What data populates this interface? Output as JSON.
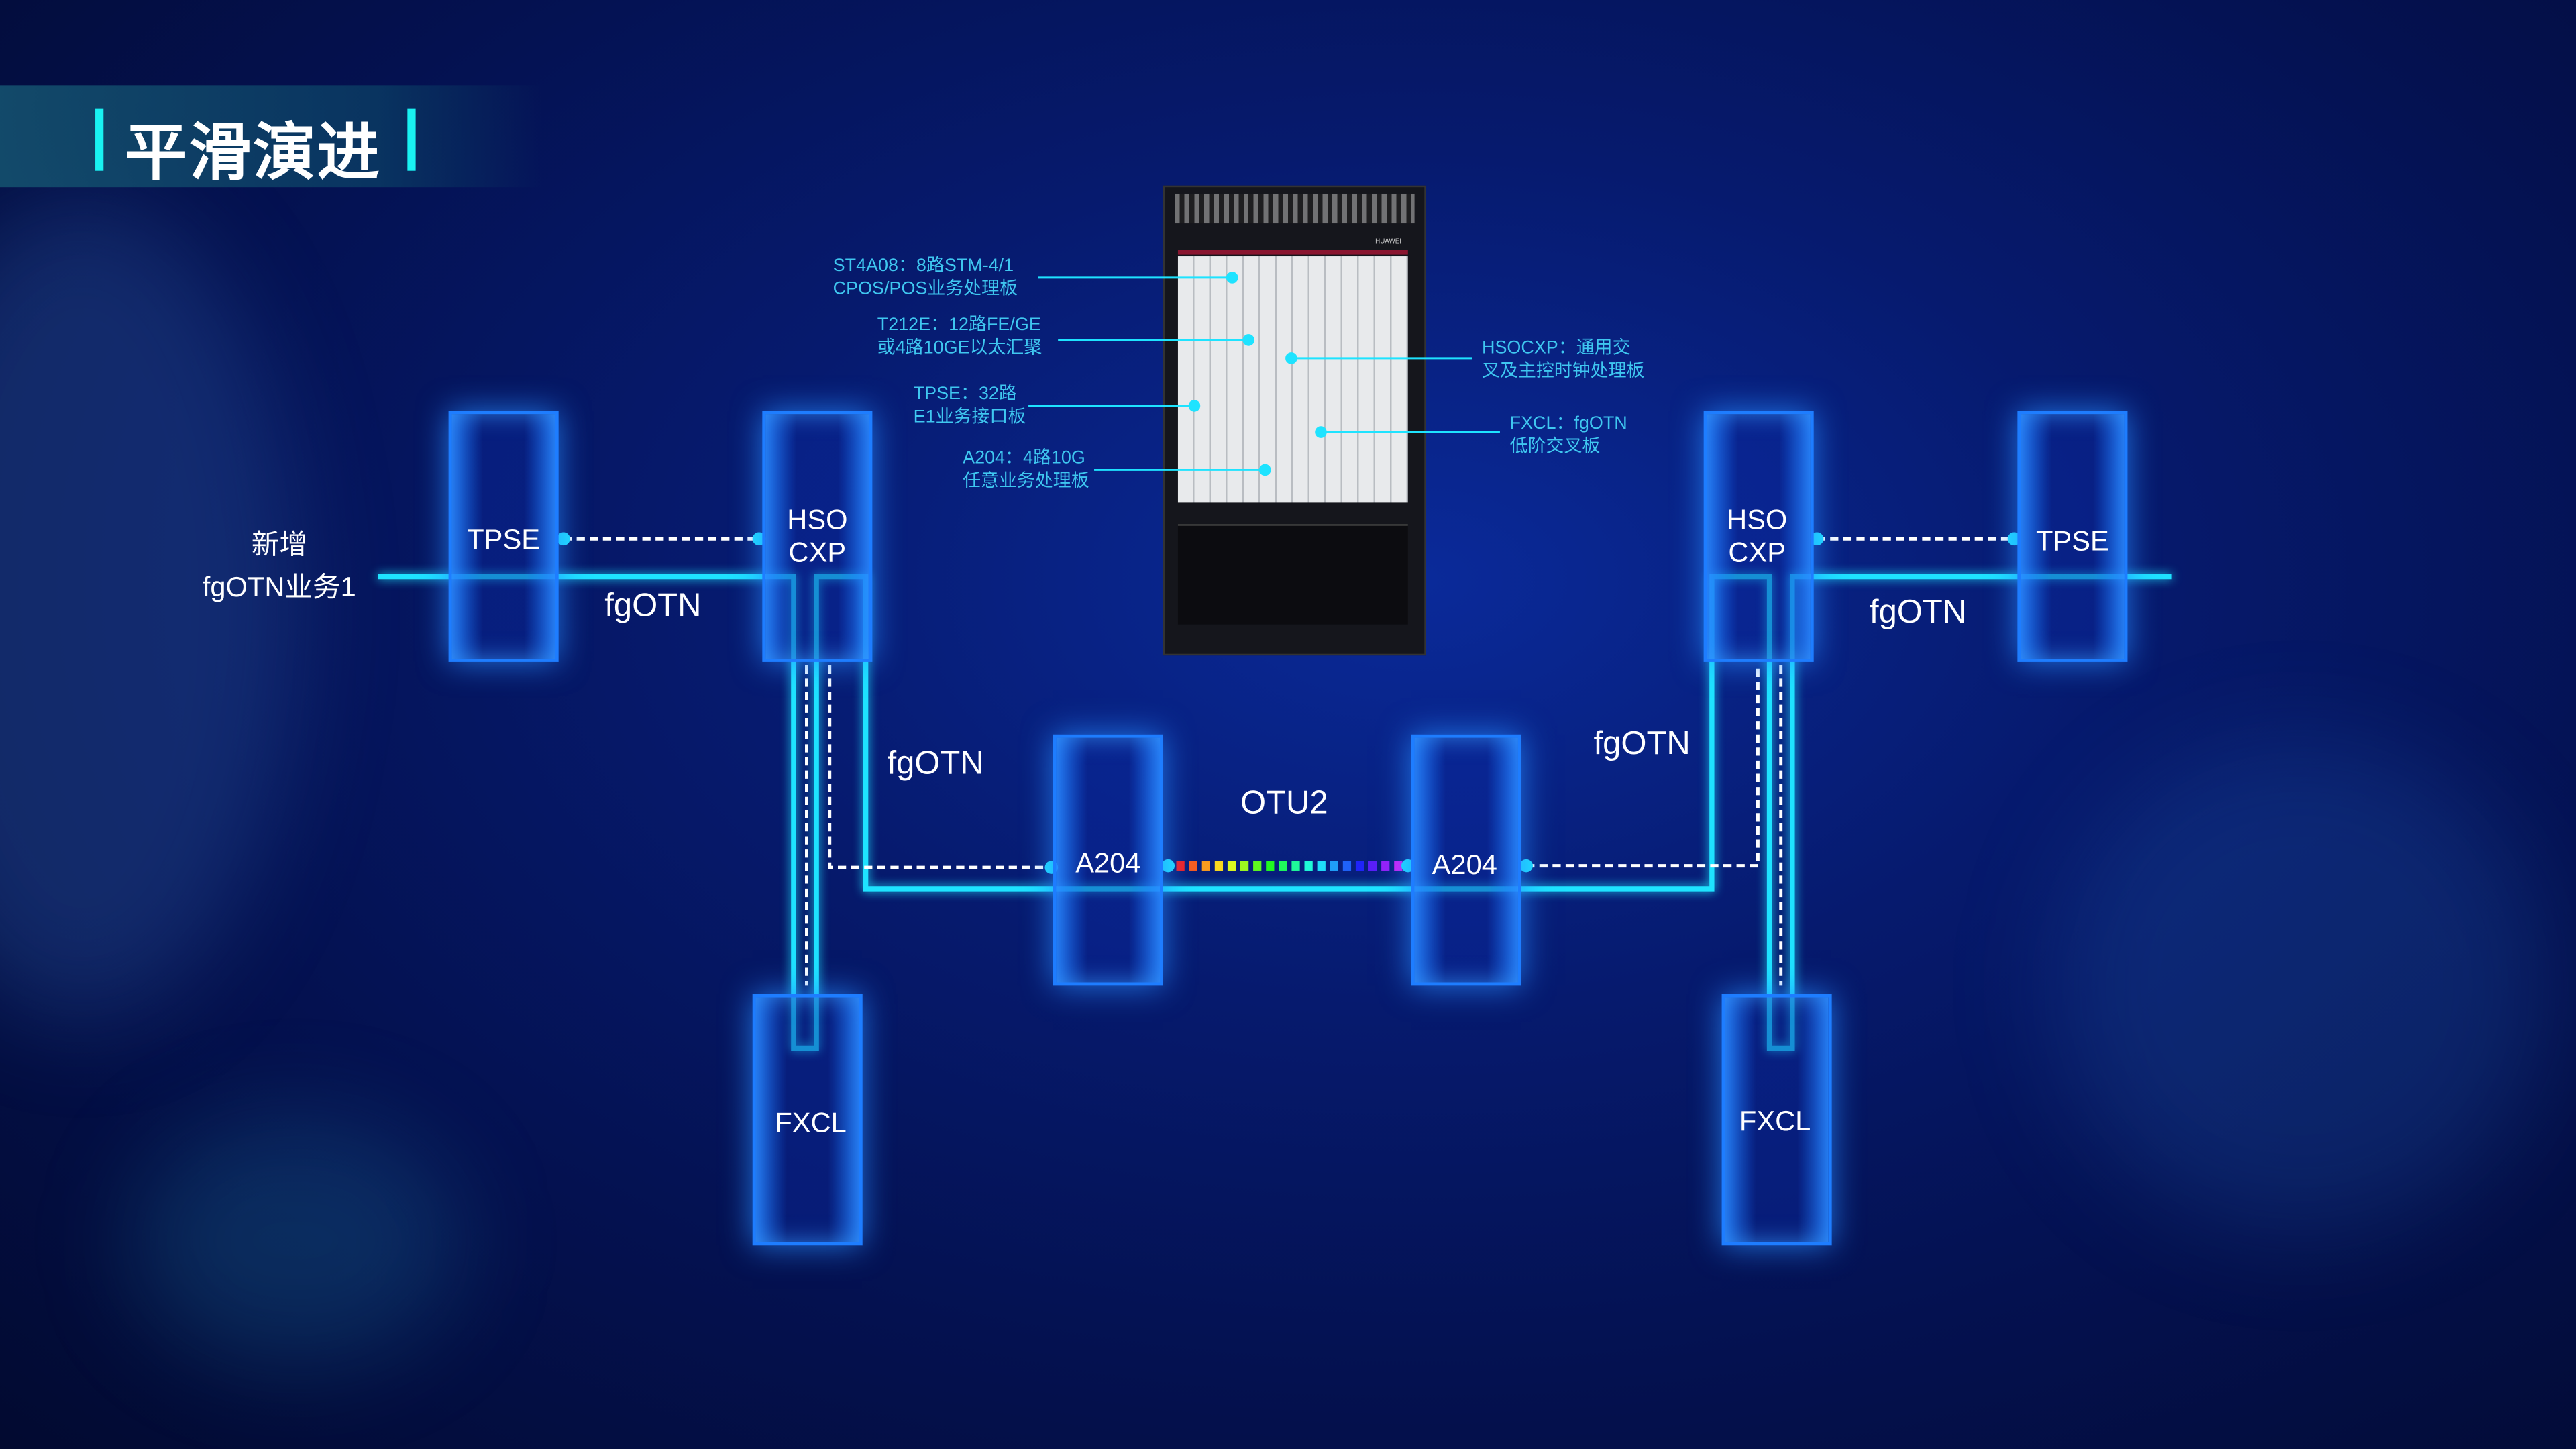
{
  "title": "平滑演进",
  "device": {
    "brand": "HUAWEI"
  },
  "callouts": {
    "st4a08": [
      "ST4A08：8路STM-4/1",
      "CPOS/POS业务处理板"
    ],
    "t212e": [
      "T212E：12路FE/GE",
      "或4路10GE以太汇聚"
    ],
    "tpse": [
      "TPSE：32路",
      "E1业务接口板"
    ],
    "a204": [
      "A204：4路10G",
      "任意业务处理板"
    ],
    "hsocxp": [
      "HSOCXP：通用交",
      "叉及主控时钟处理板"
    ],
    "fxcl": [
      "FXCL：fgOTN",
      "低阶交叉板"
    ]
  },
  "service": [
    "新增",
    "fgOTN业务1"
  ],
  "boxes": {
    "tpse_l": "TPSE",
    "hso_l": [
      "HSO",
      "CXP"
    ],
    "fxcl_l": "FXCL",
    "a204_l": "A204",
    "a204_r": "A204",
    "hso_r": [
      "HSO",
      "CXP"
    ],
    "tpse_r": "TPSE",
    "fxcl_r": "FXCL"
  },
  "links": {
    "l1": "fgOTN",
    "l2": "fgOTN",
    "l3": "fgOTN",
    "l4": "fgOTN",
    "otu": "OTU2"
  },
  "colors": {
    "line": "#1ee3ff",
    "accent": "#19f2f2",
    "box": "#1e7dff"
  }
}
